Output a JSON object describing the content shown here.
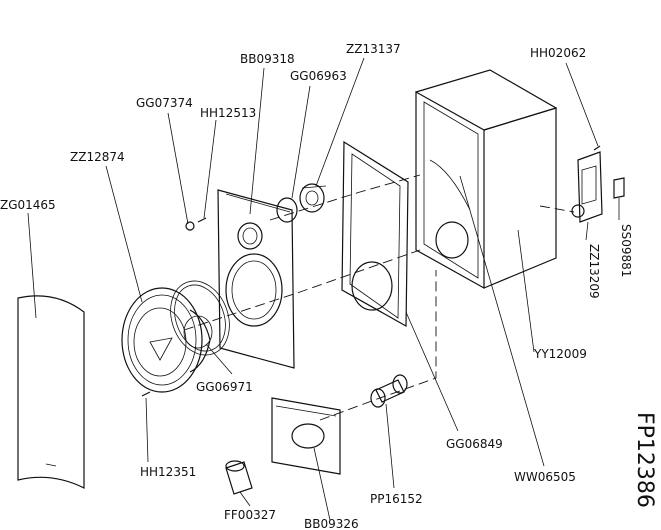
{
  "labels": {
    "zg01465": "ZG01465",
    "zz12874": "ZZ12874",
    "gg07374": "GG07374",
    "hh12513": "HH12513",
    "bb09318": "BB09318",
    "gg06963": "GG06963",
    "zz13137": "ZZ13137",
    "hh02062": "HH02062",
    "zz13209": "ZZ13209",
    "ss09881": "SS09881",
    "yy12009": "YY12009",
    "gg06971": "GG06971",
    "gg06849": "GG06849",
    "ww06505": "WW06505",
    "hh12351": "HH12351",
    "pp16152": "PP16152",
    "ff00327": "FF00327",
    "bb09326": "BB09326"
  },
  "drawing_number": "FP12386"
}
